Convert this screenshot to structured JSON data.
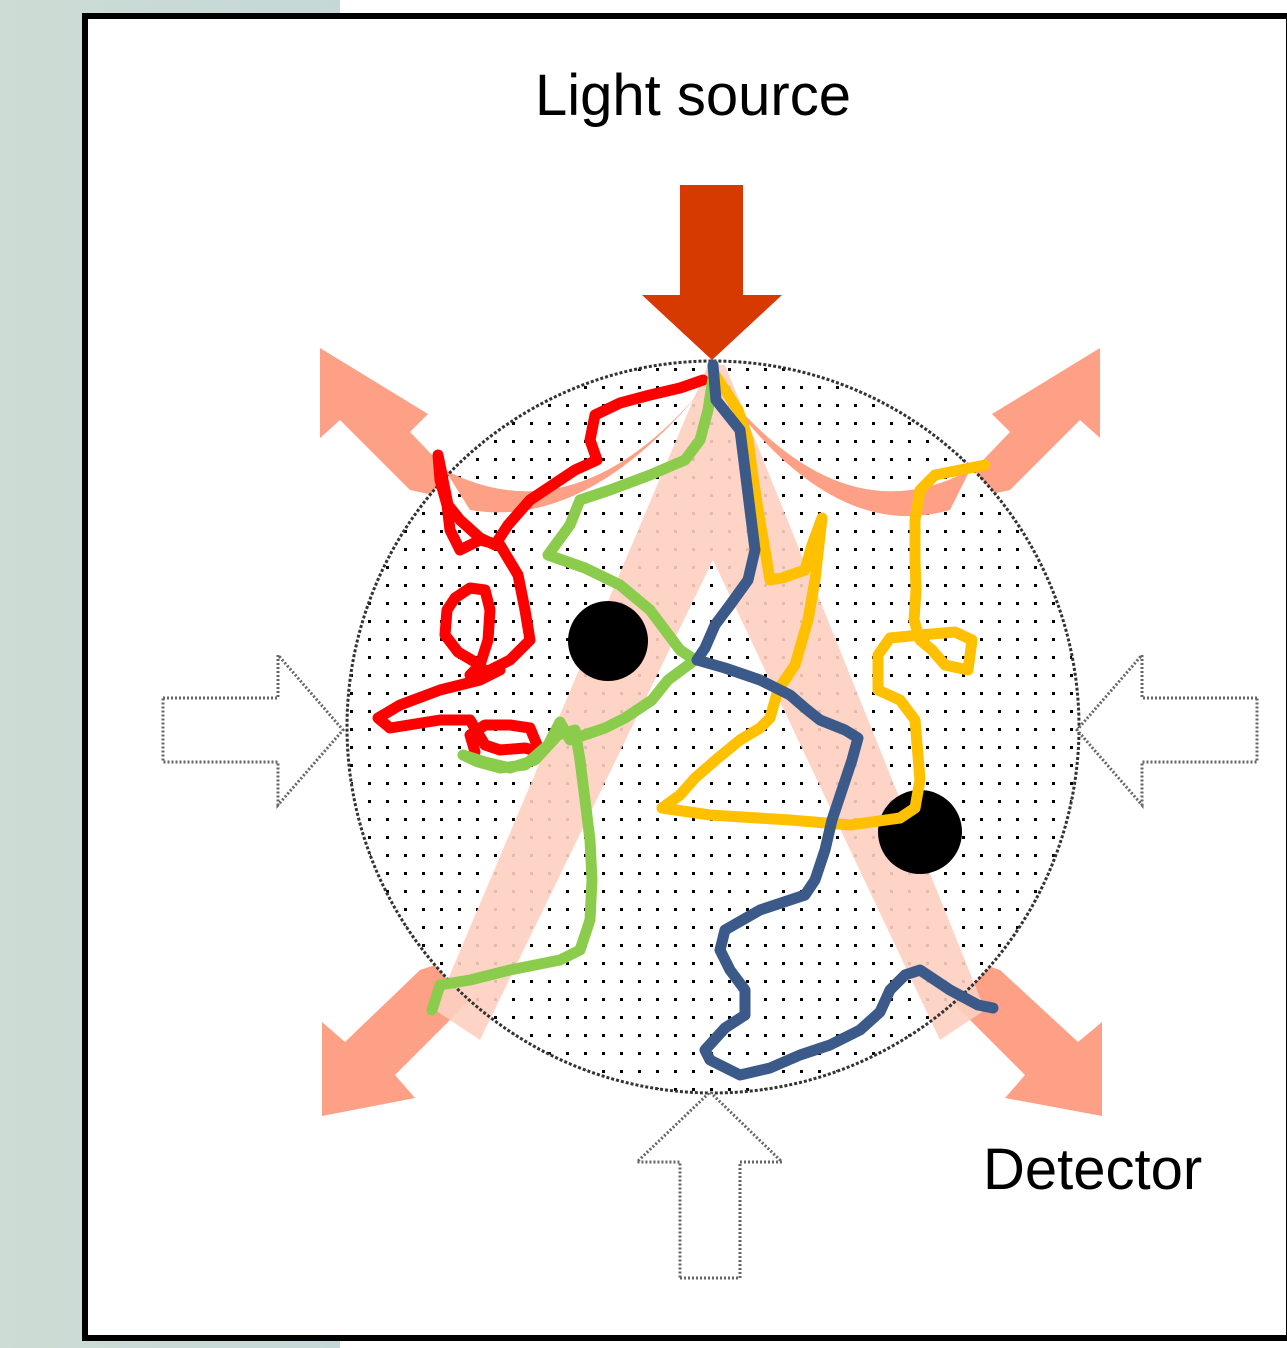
{
  "labels": {
    "light_source": "Light source",
    "detector": "Detector"
  },
  "colors": {
    "source_arrow": "#d63a00",
    "scatter_arrow": "#fda085",
    "beam": "#fdcfc0",
    "path_red": "#ff0000",
    "path_green": "#8ccc4c",
    "path_yellow": "#ffc000",
    "path_blue": "#3b5a8a"
  },
  "icons": {
    "source_arrow": "arrow-down",
    "scatter_arrows": "diagonal-arrows",
    "detector_arrows": "hollow-arrows"
  }
}
